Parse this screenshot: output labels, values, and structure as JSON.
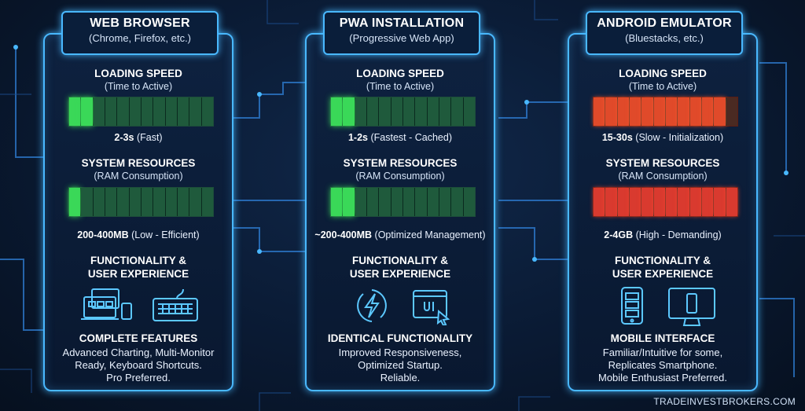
{
  "columns": [
    {
      "title": "WEB BROWSER",
      "subtitle": "(Chrome, Firefox, etc.)",
      "loading_title": "LOADING SPEED",
      "loading_sub": "(Time to Active)",
      "loading_value": "2-3s",
      "loading_note": "(Fast)",
      "loading_level": 0.2,
      "resources_title": "SYSTEM RESOURCES",
      "resources_sub": "(RAM Consumption)",
      "resources_value": "200-400MB",
      "resources_note": "(Low - Efficient)",
      "resources_level": 0.1,
      "func_title_1": "FUNCTIONALITY &",
      "func_title_2": "USER EXPERIENCE",
      "icons": [
        "multi-device-icon",
        "keyboard-icon"
      ],
      "feature_title": "COMPLETE FEATURES",
      "feature_lines": [
        "Advanced Charting, Multi-Monitor",
        "Ready, Keyboard Shortcuts.",
        "Pro Preferred."
      ]
    },
    {
      "title": "PWA INSTALLATION",
      "subtitle": "(Progressive Web App)",
      "loading_title": "LOADING SPEED",
      "loading_sub": "(Time to Active)",
      "loading_value": "1-2s",
      "loading_note": "(Fastest - Cached)",
      "loading_level": 0.2,
      "resources_title": "SYSTEM RESOURCES",
      "resources_sub": "(RAM Consumption)",
      "resources_value": "~200-400MB",
      "resources_note": "(Optimized Management)",
      "resources_level": 0.2,
      "func_title_1": "FUNCTIONALITY &",
      "func_title_2": "USER EXPERIENCE",
      "icons": [
        "lightning-icon",
        "ui-window-cursor-icon"
      ],
      "feature_title": "IDENTICAL FUNCTIONALITY",
      "feature_lines": [
        "Improved Responsiveness,",
        "Optimized Startup.",
        "Reliable."
      ]
    },
    {
      "title": "ANDROID EMULATOR",
      "subtitle": "(Bluestacks, etc.)",
      "loading_title": "LOADING SPEED",
      "loading_sub": "(Time to Active)",
      "loading_value": "15-30s",
      "loading_note": "(Slow - Initialization)",
      "loading_level": 0.9,
      "resources_title": "SYSTEM RESOURCES",
      "resources_sub": "(RAM Consumption)",
      "resources_value": "2-4GB",
      "resources_note": "(High - Demanding)",
      "resources_level": 1.0,
      "func_title_1": "FUNCTIONALITY &",
      "func_title_2": "USER EXPERIENCE",
      "icons": [
        "smartphone-icon",
        "monitor-phone-icon"
      ],
      "feature_title": "MOBILE INTERFACE",
      "feature_lines": [
        "Familiar/Intuitive for some,",
        "Replicates Smartphone.",
        "Mobile Enthusiast Preferred."
      ]
    }
  ],
  "colors": {
    "frame": "#49b8ff",
    "good": "#3ad858",
    "bad": "#e04a2a",
    "background": "#0a1a33"
  },
  "watermark": "TRADEINVESTBROKERS.COM"
}
